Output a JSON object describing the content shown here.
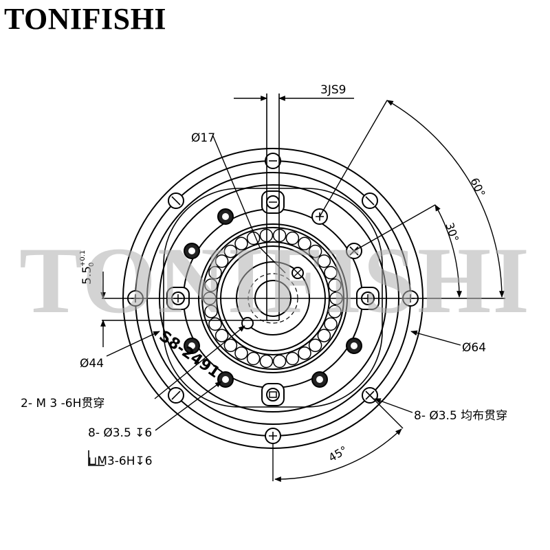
{
  "brand": {
    "name": "TONIFISHI"
  },
  "watermark": {
    "text": "TONIFISHI"
  },
  "dimensions": {
    "keyway": "3JS9",
    "angle_large": "60°",
    "angle_small": "30°",
    "bore": "Ø17",
    "offset": "5.5",
    "offset_tol_upper": "+0.1",
    "offset_tol_lower": "0",
    "inner_circle": "Ø44",
    "outer_circle": "Ø64",
    "threaded_holes": "2- M 3 -6H贯穿",
    "holes_blind": "8- Ø3.5 ↧6",
    "counterbore": "⊔M3-6H↧6",
    "holes_through": "8- Ø3.5 均布贯穿",
    "angle_bottom": "45°"
  },
  "engraving": {
    "text": "S8-2491"
  },
  "colors": {
    "line": "#000000",
    "watermark": "#afafaf"
  }
}
